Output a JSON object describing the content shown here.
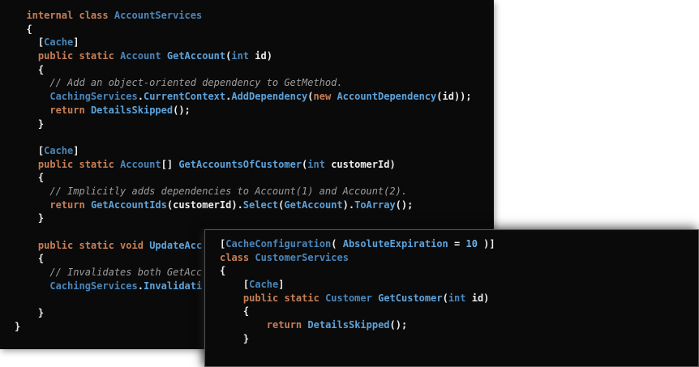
{
  "page": {
    "background": "#ffffff"
  },
  "colors": {
    "window_background": "#0a0a0a",
    "keyword": "#c67e56",
    "type": "#4a86ba",
    "method": "#5da3db",
    "number": "#74b2e8",
    "punct": "#ececec",
    "comment": "#9d9d9d"
  },
  "windows": {
    "back": {
      "title": "AccountServices snippet",
      "lines": [
        [
          [
            "p",
            "  "
          ],
          [
            "k",
            "internal class"
          ],
          [
            "p",
            " "
          ],
          [
            "t",
            "AccountServices"
          ]
        ],
        [
          [
            "p",
            "  {"
          ]
        ],
        [
          [
            "p",
            "    ["
          ],
          [
            "t",
            "Cache"
          ],
          [
            "p",
            "]"
          ]
        ],
        [
          [
            "p",
            "    "
          ],
          [
            "k",
            "public static"
          ],
          [
            "p",
            " "
          ],
          [
            "t",
            "Account"
          ],
          [
            "p",
            " "
          ],
          [
            "m",
            "GetAccount"
          ],
          [
            "p",
            "("
          ],
          [
            "t",
            "int"
          ],
          [
            "p",
            " id)"
          ]
        ],
        [
          [
            "p",
            "    {"
          ]
        ],
        [
          [
            "c",
            "      // Add an object-oriented dependency to GetMethod."
          ]
        ],
        [
          [
            "p",
            "      "
          ],
          [
            "t",
            "CachingServices"
          ],
          [
            "p",
            "."
          ],
          [
            "m",
            "CurrentContext"
          ],
          [
            "p",
            "."
          ],
          [
            "m",
            "AddDependency"
          ],
          [
            "p",
            "("
          ],
          [
            "k",
            "new"
          ],
          [
            "p",
            " "
          ],
          [
            "m",
            "AccountDependency"
          ],
          [
            "p",
            "(id));"
          ]
        ],
        [
          [
            "p",
            "      "
          ],
          [
            "k",
            "return"
          ],
          [
            "p",
            " "
          ],
          [
            "m",
            "DetailsSkipped"
          ],
          [
            "p",
            "();"
          ]
        ],
        [
          [
            "p",
            "    }"
          ]
        ],
        [],
        [
          [
            "p",
            "    ["
          ],
          [
            "t",
            "Cache"
          ],
          [
            "p",
            "]"
          ]
        ],
        [
          [
            "p",
            "    "
          ],
          [
            "k",
            "public static"
          ],
          [
            "p",
            " "
          ],
          [
            "t",
            "Account"
          ],
          [
            "p",
            "[] "
          ],
          [
            "m",
            "GetAccountsOfCustomer"
          ],
          [
            "p",
            "("
          ],
          [
            "t",
            "int"
          ],
          [
            "p",
            " customerId)"
          ]
        ],
        [
          [
            "p",
            "    {"
          ]
        ],
        [
          [
            "c",
            "      // Implicitly adds dependencies to Account(1) and Account(2)."
          ]
        ],
        [
          [
            "p",
            "      "
          ],
          [
            "k",
            "return"
          ],
          [
            "p",
            " "
          ],
          [
            "m",
            "GetAccountIds"
          ],
          [
            "p",
            "(customerId)."
          ],
          [
            "m",
            "Select"
          ],
          [
            "p",
            "("
          ],
          [
            "m",
            "GetAccount"
          ],
          [
            "p",
            ")."
          ],
          [
            "m",
            "ToArray"
          ],
          [
            "p",
            "();"
          ]
        ],
        [
          [
            "p",
            "    }"
          ]
        ],
        [],
        [
          [
            "p",
            "    "
          ],
          [
            "k",
            "public static void"
          ],
          [
            "p",
            " "
          ],
          [
            "m",
            "UpdateAcc"
          ]
        ],
        [
          [
            "p",
            "    {"
          ]
        ],
        [
          [
            "c",
            "      // Invalidates both GetAcc"
          ]
        ],
        [
          [
            "p",
            "      "
          ],
          [
            "t",
            "CachingServices"
          ],
          [
            "p",
            "."
          ],
          [
            "m",
            "Invalidati"
          ]
        ],
        [],
        [
          [
            "p",
            "    }"
          ]
        ],
        [
          [
            "p",
            "}"
          ]
        ]
      ]
    },
    "front": {
      "title": "CustomerServices snippet",
      "lines": [
        [
          [
            "p",
            "["
          ],
          [
            "t",
            "CacheConfiguration"
          ],
          [
            "p",
            "( "
          ],
          [
            "m",
            "AbsoluteExpiration"
          ],
          [
            "p",
            " = "
          ],
          [
            "n",
            "10"
          ],
          [
            "p",
            " )]"
          ]
        ],
        [
          [
            "k",
            "class"
          ],
          [
            "p",
            " "
          ],
          [
            "t",
            "CustomerServices"
          ]
        ],
        [
          [
            "p",
            "{"
          ]
        ],
        [
          [
            "p",
            "    ["
          ],
          [
            "t",
            "Cache"
          ],
          [
            "p",
            "]"
          ]
        ],
        [
          [
            "p",
            "    "
          ],
          [
            "k",
            "public static"
          ],
          [
            "p",
            " "
          ],
          [
            "t",
            "Customer"
          ],
          [
            "p",
            " "
          ],
          [
            "m",
            "GetCustomer"
          ],
          [
            "p",
            "("
          ],
          [
            "t",
            "int"
          ],
          [
            "p",
            " id)"
          ]
        ],
        [
          [
            "p",
            "    {"
          ]
        ],
        [
          [
            "p",
            "        "
          ],
          [
            "k",
            "return"
          ],
          [
            "p",
            " "
          ],
          [
            "m",
            "DetailsSkipped"
          ],
          [
            "p",
            "();"
          ]
        ],
        [
          [
            "p",
            "    }"
          ]
        ]
      ]
    }
  }
}
